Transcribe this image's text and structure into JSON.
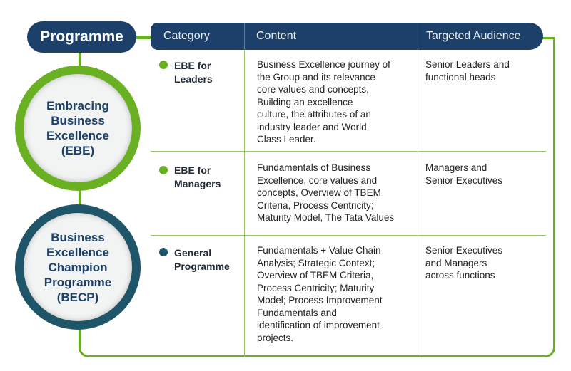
{
  "header": {
    "programme_label": "Programme",
    "columns": [
      "Category",
      "Content",
      "Targeted Audience"
    ]
  },
  "programmes": [
    {
      "name_lines": [
        "Embracing",
        "Business",
        "Excellence",
        "(EBE)"
      ],
      "ring_color": "#6ab023",
      "text_color": "#1c4069"
    },
    {
      "name_lines": [
        "Business",
        "Excellence",
        "Champion",
        "Programme",
        "(BECP)"
      ],
      "ring_color": "#1e5568",
      "text_color": "#1c4069"
    }
  ],
  "rows": [
    {
      "category": [
        "EBE for",
        "Leaders"
      ],
      "bullet_color": "#6ab023",
      "content": [
        "Business Excellence journey of",
        "the Group and its relevance",
        "core values and concepts,",
        "Building an excellence",
        "culture, the attributes of an",
        "industry leader and World",
        "Class Leader."
      ],
      "audience": [
        "Senior Leaders and",
        "functional heads"
      ]
    },
    {
      "category": [
        "EBE for",
        "Managers"
      ],
      "bullet_color": "#6ab023",
      "content": [
        "Fundamentals of Business",
        "Excellence, core values and",
        "concepts, Overview of TBEM",
        "Criteria, Process Centricity;",
        "Maturity Model, The Tata Values"
      ],
      "audience": [
        "Managers and",
        "Senior Executives"
      ]
    },
    {
      "category": [
        "General",
        "Programme"
      ],
      "bullet_color": "#1e5568",
      "content": [
        "Fundamentals + Value Chain",
        "Analysis; Strategic Context;",
        "Overview of TBEM Criteria,",
        "Process Centricity; Maturity",
        "Model; Process Improvement",
        "Fundamentals and",
        "identification of improvement",
        "projects."
      ],
      "audience": [
        "Senior Executives",
        "and Managers",
        "across functions"
      ]
    }
  ]
}
